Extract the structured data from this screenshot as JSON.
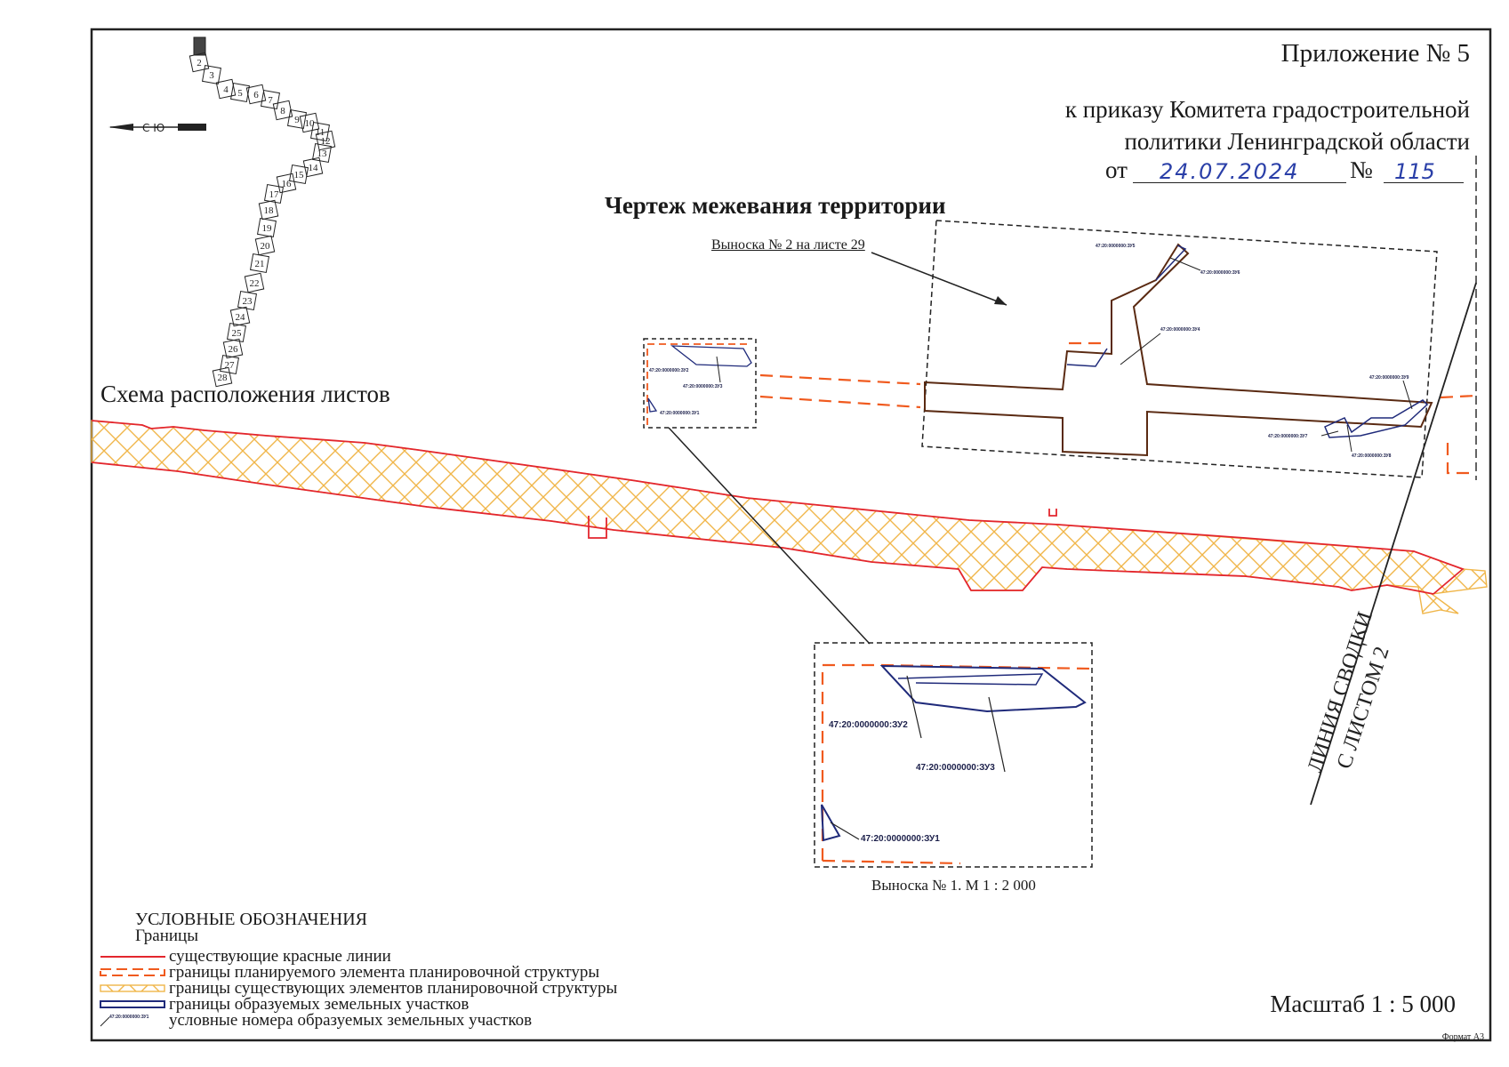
{
  "header": {
    "appendix": "Приложение № 5",
    "order_line1": "к приказу Комитета градостроительной",
    "order_line2": "политики Ленинградской области",
    "from_label": "от",
    "date_value": "24.07.2024",
    "number_label": "№",
    "number_value": "115"
  },
  "title": "Чертеж межевания территории",
  "scheme_label": "Схема расположения листов",
  "sheet_numbers": [
    "2",
    "3",
    "4",
    "5",
    "6",
    "7",
    "8",
    "9",
    "10",
    "11",
    "12",
    "13",
    "14",
    "15",
    "16",
    "17",
    "18",
    "19",
    "20",
    "21",
    "22",
    "23",
    "24",
    "25",
    "26",
    "27",
    "28"
  ],
  "callouts": {
    "callout_2": "Выноска № 2 на листе 29",
    "callout_1": "Выноска № 1. М 1 : 2 000"
  },
  "parcels": {
    "zu1": "47:20:0000000:ЗУ1",
    "zu2": "47:20:0000000:ЗУ2",
    "zu3": "47:20:0000000:ЗУ3",
    "zu4": "47:20:0000000:ЗУ4",
    "zu5": "47:20:0000000:ЗУ5",
    "zu6": "47:20:0000000:ЗУ6",
    "zu7": "47:20:0000000:ЗУ7",
    "zu8": "47:20:0000000:ЗУ8",
    "zu9": "47:20:0000000:ЗУ9"
  },
  "junction_line": {
    "line1": "ЛИНИЯ СВОДКИ",
    "line2": "С ЛИСТОМ 2"
  },
  "legend": {
    "title": "УСЛОВНЫЕ ОБОЗНАЧЕНИЯ",
    "subtitle": "Границы",
    "items": [
      {
        "label": "существующие красные линии",
        "color": "#e3262e"
      },
      {
        "label": "границы планируемого элемента планировочной структуры",
        "color": "#f05a1e"
      },
      {
        "label": "границы существующих элементов планировочной структуры",
        "color": "#f0b64a"
      },
      {
        "label": "границы образуемых земельных участков",
        "color": "#1f2a7a"
      },
      {
        "label": "условные номера образуемых земельных участков",
        "sample": "47:20:0000000:ЗУ1"
      }
    ]
  },
  "scale": "Масштаб 1 : 5 000",
  "format": "Формат А3",
  "colors": {
    "red_line": "#e3262e",
    "planned_boundary": "#f05a1e",
    "existing_elements": "#f0b64a",
    "parcels": "#1f2a7a",
    "frame": "#222222"
  }
}
